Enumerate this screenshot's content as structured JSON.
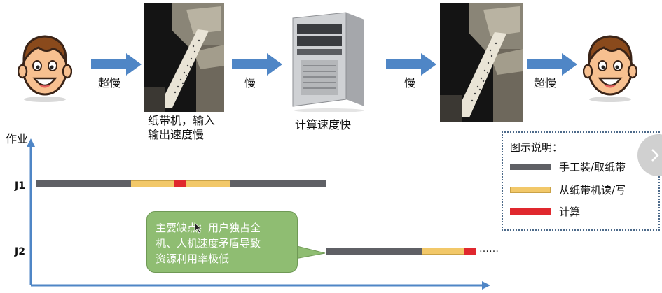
{
  "flow": {
    "arrow_labels": [
      "超慢",
      "慢",
      "慢",
      "超慢"
    ],
    "tape_machine_caption": "纸带机，输入\n输出速度慢",
    "computer_caption": "计算速度快"
  },
  "timeline": {
    "y_axis_label": "作业",
    "job_labels": [
      "J1",
      "J2"
    ],
    "continuation": "……"
  },
  "callout": {
    "text": "主要缺点：用户独占全\n机、人机速度矛盾导致\n资源利用率极低"
  },
  "legend": {
    "title": "图示说明：",
    "items": [
      {
        "label": "手工装/取纸带",
        "color": "#5f6065"
      },
      {
        "label": "从纸带机读/写",
        "color": "#f2c869"
      },
      {
        "label": "计算",
        "color": "#e0282e"
      }
    ]
  },
  "colors": {
    "arrow": "#4f86c6",
    "axis": "#4f86c6",
    "accent_green": "#8fbd72"
  },
  "icons": [
    "user-face-icon",
    "paper-tape-machine-image",
    "computer-tower-image",
    "chevron-right-icon"
  ]
}
